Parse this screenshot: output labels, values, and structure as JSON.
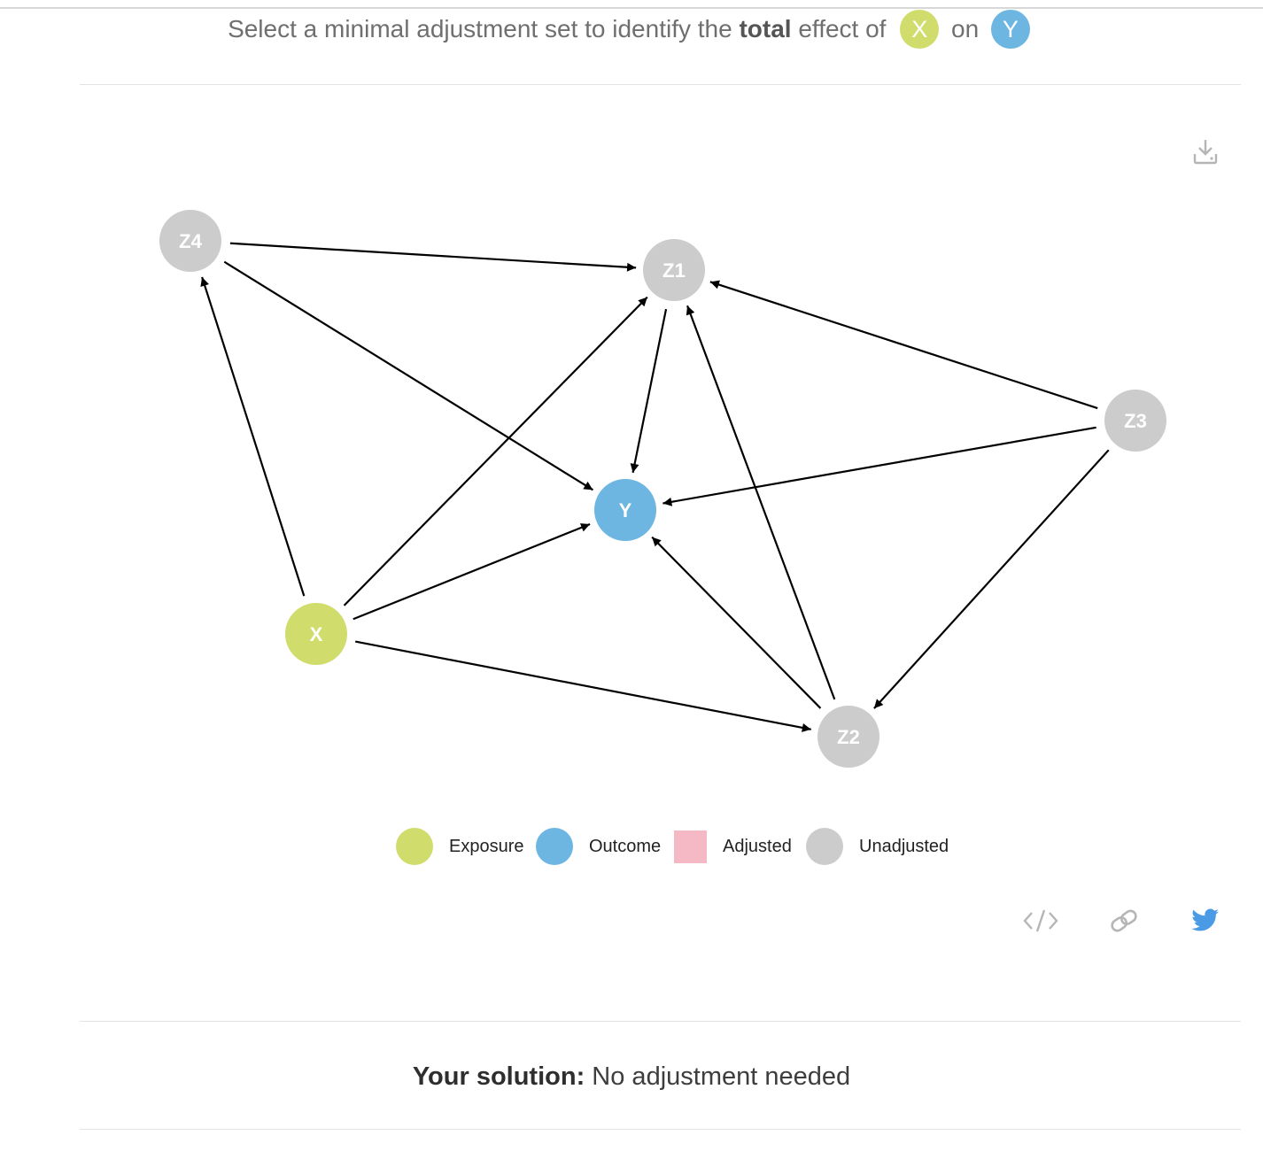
{
  "header": {
    "prefix": "Select a minimal adjustment set to identify the ",
    "emphasis": "total",
    "middle": " effect of ",
    "exposure": "X",
    "connector": " on ",
    "outcome": "Y"
  },
  "colors": {
    "exposure": "#d0dd6d",
    "outcome": "#6cb6e1",
    "adjusted": "#f4b9c4",
    "unadjusted": "#cccccc",
    "edge": "#000000",
    "twitter": "#4a9ae6",
    "icon_gray": "#b5b5b5"
  },
  "graph": {
    "nodes": [
      {
        "id": "Z4",
        "label": "Z4",
        "role": "unadjusted"
      },
      {
        "id": "Z1",
        "label": "Z1",
        "role": "unadjusted"
      },
      {
        "id": "Z3",
        "label": "Z3",
        "role": "unadjusted"
      },
      {
        "id": "Y",
        "label": "Y",
        "role": "outcome"
      },
      {
        "id": "X",
        "label": "X",
        "role": "exposure"
      },
      {
        "id": "Z2",
        "label": "Z2",
        "role": "unadjusted"
      }
    ],
    "edges": [
      {
        "from": "Z4",
        "to": "Z1"
      },
      {
        "from": "Z4",
        "to": "Y"
      },
      {
        "from": "X",
        "to": "Z4"
      },
      {
        "from": "X",
        "to": "Z1"
      },
      {
        "from": "X",
        "to": "Y"
      },
      {
        "from": "X",
        "to": "Z2"
      },
      {
        "from": "Z1",
        "to": "Y"
      },
      {
        "from": "Z3",
        "to": "Z1"
      },
      {
        "from": "Z3",
        "to": "Y"
      },
      {
        "from": "Z3",
        "to": "Z2"
      },
      {
        "from": "Z2",
        "to": "Y"
      },
      {
        "from": "Z2",
        "to": "Z1"
      }
    ]
  },
  "toolbar": {
    "download_icon": "download-icon"
  },
  "legend": {
    "exposure": "Exposure",
    "outcome": "Outcome",
    "adjusted": "Adjusted",
    "unadjusted": "Unadjusted"
  },
  "share": {
    "embed_icon": "code-icon",
    "link_icon": "link-icon",
    "twitter_icon": "twitter-icon"
  },
  "solution": {
    "label": "Your solution:",
    "value": " No adjustment needed"
  }
}
